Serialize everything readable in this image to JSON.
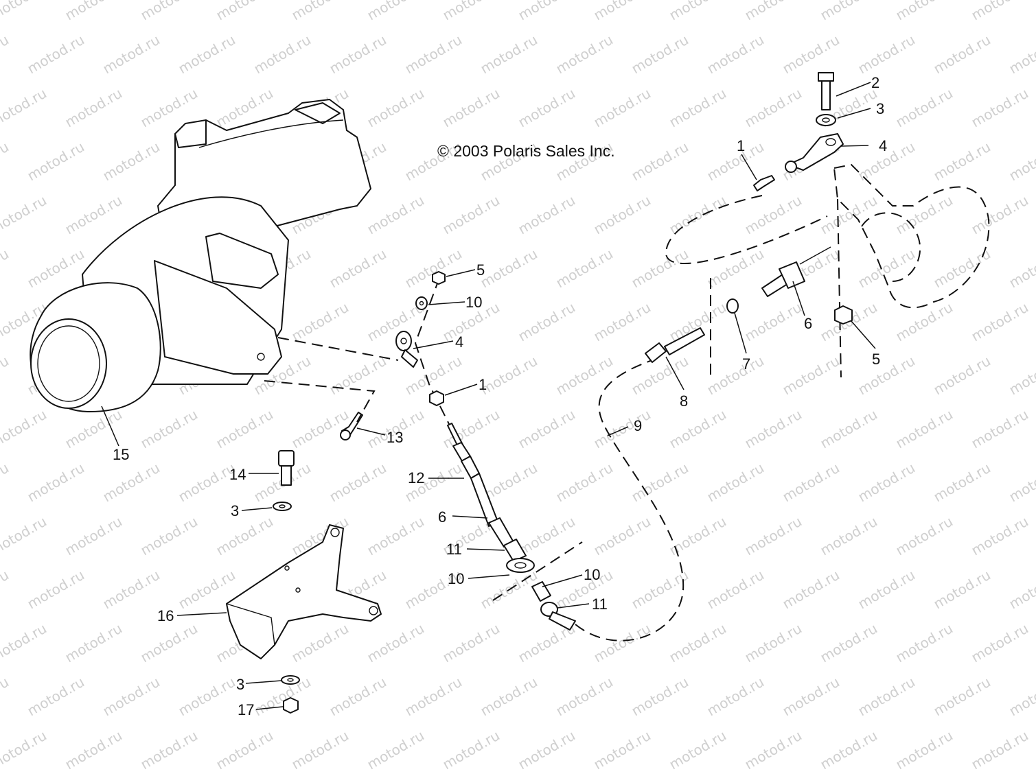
{
  "copyright": "© 2003 Polaris Sales Inc.",
  "watermark": "motod.ru",
  "callouts": [
    "1",
    "2",
    "3",
    "4",
    "1",
    "5",
    "10",
    "4",
    "6",
    "5",
    "7",
    "8",
    "9",
    "12",
    "6",
    "11",
    "10",
    "10",
    "11",
    "13",
    "14",
    "3",
    "15",
    "16",
    "3",
    "17"
  ]
}
